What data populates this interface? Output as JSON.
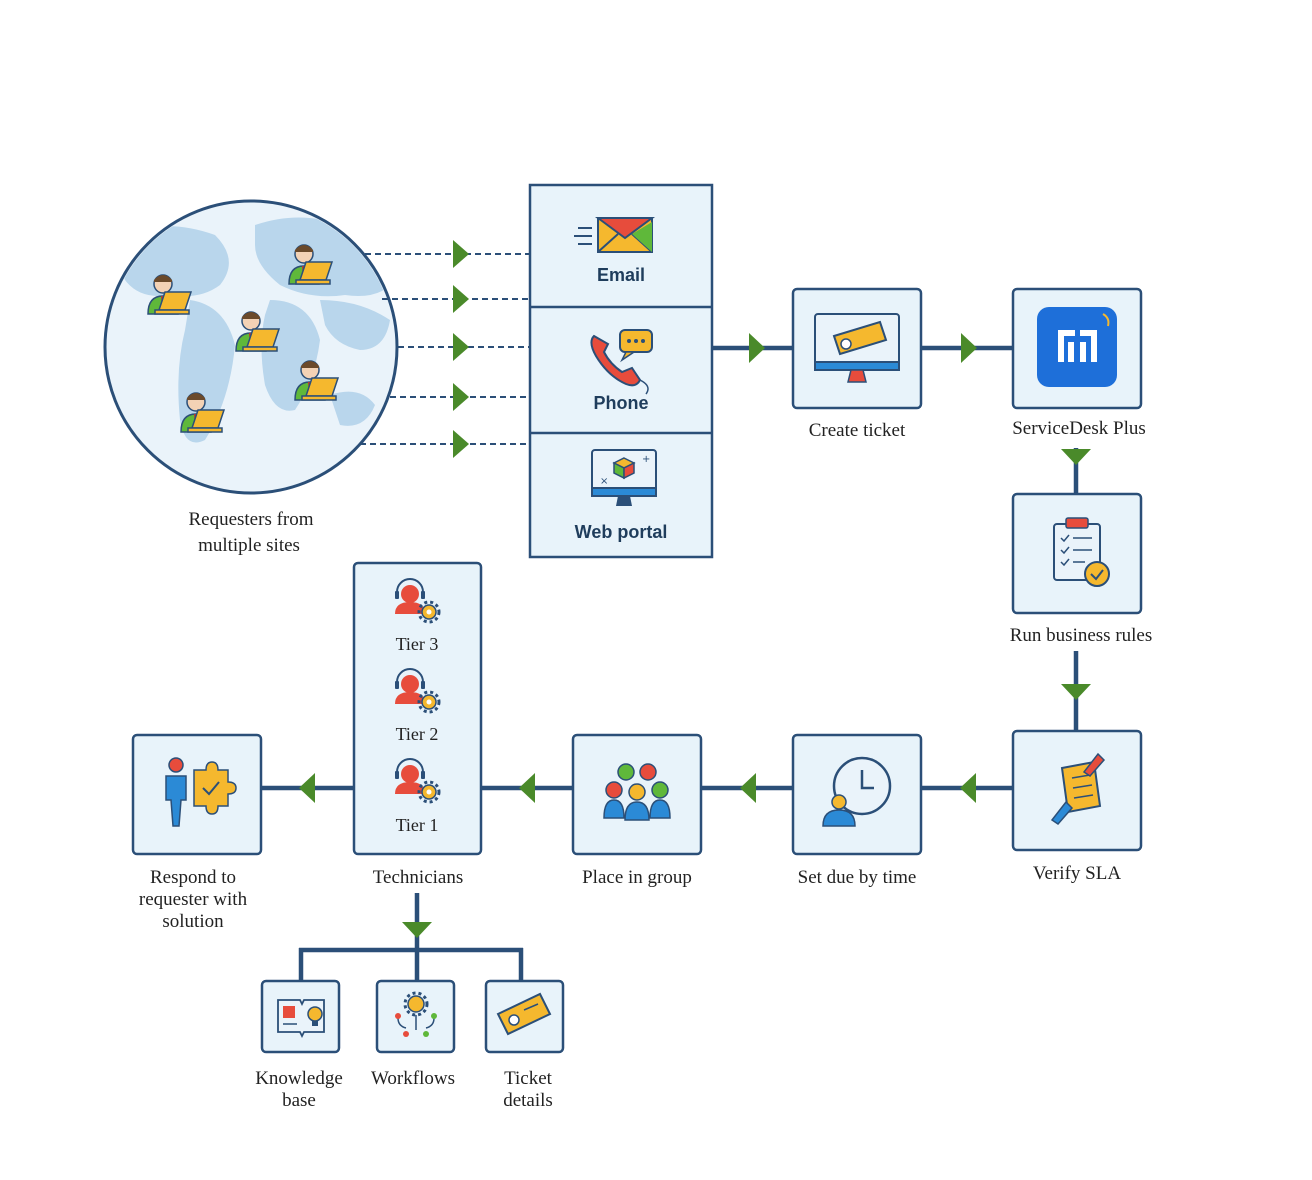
{
  "requesters": {
    "label_line1": "Requesters from",
    "label_line2": "multiple sites"
  },
  "channels": [
    {
      "label": "Email",
      "icon": "email-icon"
    },
    {
      "label": "Phone",
      "icon": "phone-icon"
    },
    {
      "label": "Web portal",
      "icon": "web-portal-icon"
    }
  ],
  "steps": {
    "create_ticket": "Create ticket",
    "servicedesk": "ServiceDesk Plus",
    "business_rules": "Run business rules",
    "verify_sla": "Verify SLA",
    "set_due": "Set due by time",
    "place_group": "Place in group",
    "technicians": "Technicians",
    "respond_line1": "Respond to",
    "respond_line2": "requester with",
    "respond_line3": "solution"
  },
  "tiers": [
    "Tier 3",
    "Tier 2",
    "Tier 1"
  ],
  "resources": {
    "kb_line1": "Knowledge",
    "kb_line2": "base",
    "workflows": "Workflows",
    "ticket_line1": "Ticket",
    "ticket_line2": "details"
  },
  "colors": {
    "line": "#2b4f78",
    "arrow": "#4a8a2a",
    "box_fill": "#e8f3fa",
    "brand_blue": "#1e6fd9"
  }
}
